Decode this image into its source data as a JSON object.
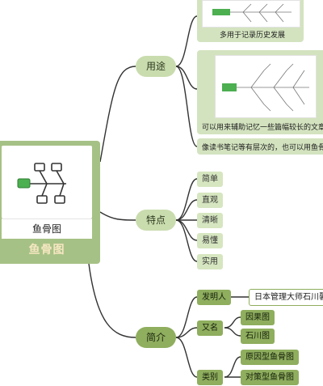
{
  "center": {
    "caption": "鱼骨图",
    "title": "鱼骨图"
  },
  "branches": {
    "usage": {
      "label": "用途",
      "items": [
        "多用于记录历史发展",
        "可以用来辅助记忆一些篇幅较长的文章等",
        "像读书笔记等有层次的，也可以用鱼骨图"
      ]
    },
    "features": {
      "label": "特点",
      "items": [
        "简单",
        "直观",
        "清晰",
        "易懂",
        "实用"
      ]
    },
    "intro": {
      "label": "简介",
      "inventor_label": "发明人",
      "inventor_value": "日本管理大师石川馨先生",
      "alias_label": "又名",
      "alias_values": [
        "因果图",
        "石川图"
      ],
      "category_label": "类别",
      "category_values": [
        "原因型鱼骨图",
        "对策型鱼骨图"
      ]
    }
  },
  "colors": {
    "branch_light": "#c9dcae",
    "branch_dark": "#8fae5e",
    "center_frame": "#a6c185",
    "center_title": "#f6e7c2",
    "connector": "#333333"
  }
}
